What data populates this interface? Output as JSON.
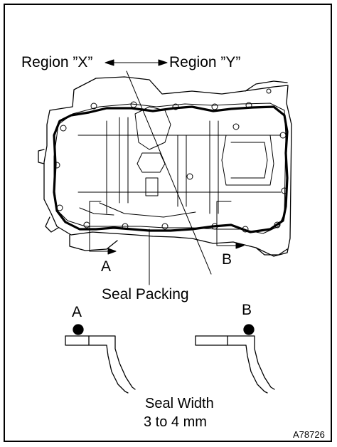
{
  "labels": {
    "region_x": "Region ”X”",
    "region_y": "Region ”Y”",
    "callout_a": "A",
    "callout_b": "B",
    "seal_packing": "Seal Packing",
    "section_a": "A",
    "section_b": "B",
    "seal_width_line1": "Seal Width",
    "seal_width_line2": "3 to 4 mm",
    "figure_id": "A78726"
  },
  "colors": {
    "line": "#000000",
    "background": "#ffffff"
  }
}
